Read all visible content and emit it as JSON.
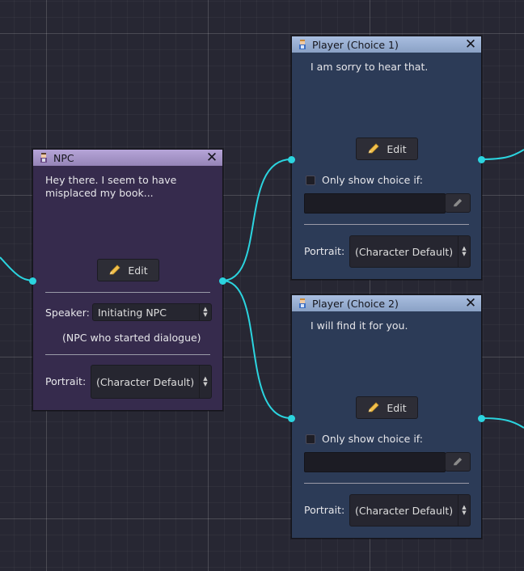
{
  "colors": {
    "wire": "#2bd4df",
    "npc_body": "#362b4d",
    "player_body": "#2c3b57",
    "npc_title": "#a999cc",
    "player_title": "#9ab0d6"
  },
  "npc_node": {
    "title": "NPC",
    "icon": "character-icon",
    "close": "✕",
    "text_line1": "Hey there. I seem to have",
    "text_line2": "misplaced my book...",
    "edit_label": "Edit",
    "speaker_label": "Speaker:",
    "speaker_value": "Initiating NPC",
    "speaker_note": "(NPC who started dialogue)",
    "portrait_label": "Portrait:",
    "portrait_value": "(Character Default)"
  },
  "choice1_node": {
    "title": "Player (Choice 1)",
    "icon": "player-icon",
    "close": "✕",
    "text": "I am sorry to hear that.",
    "edit_label": "Edit",
    "condition_label": "Only show choice if:",
    "condition_value": "",
    "portrait_label": "Portrait:",
    "portrait_value": "(Character Default)"
  },
  "choice2_node": {
    "title": "Player (Choice 2)",
    "icon": "player-icon",
    "close": "✕",
    "text": "I will find it for you.",
    "edit_label": "Edit",
    "condition_label": "Only show choice if:",
    "condition_value": "",
    "portrait_label": "Portrait:",
    "portrait_value": "(Character Default)"
  }
}
